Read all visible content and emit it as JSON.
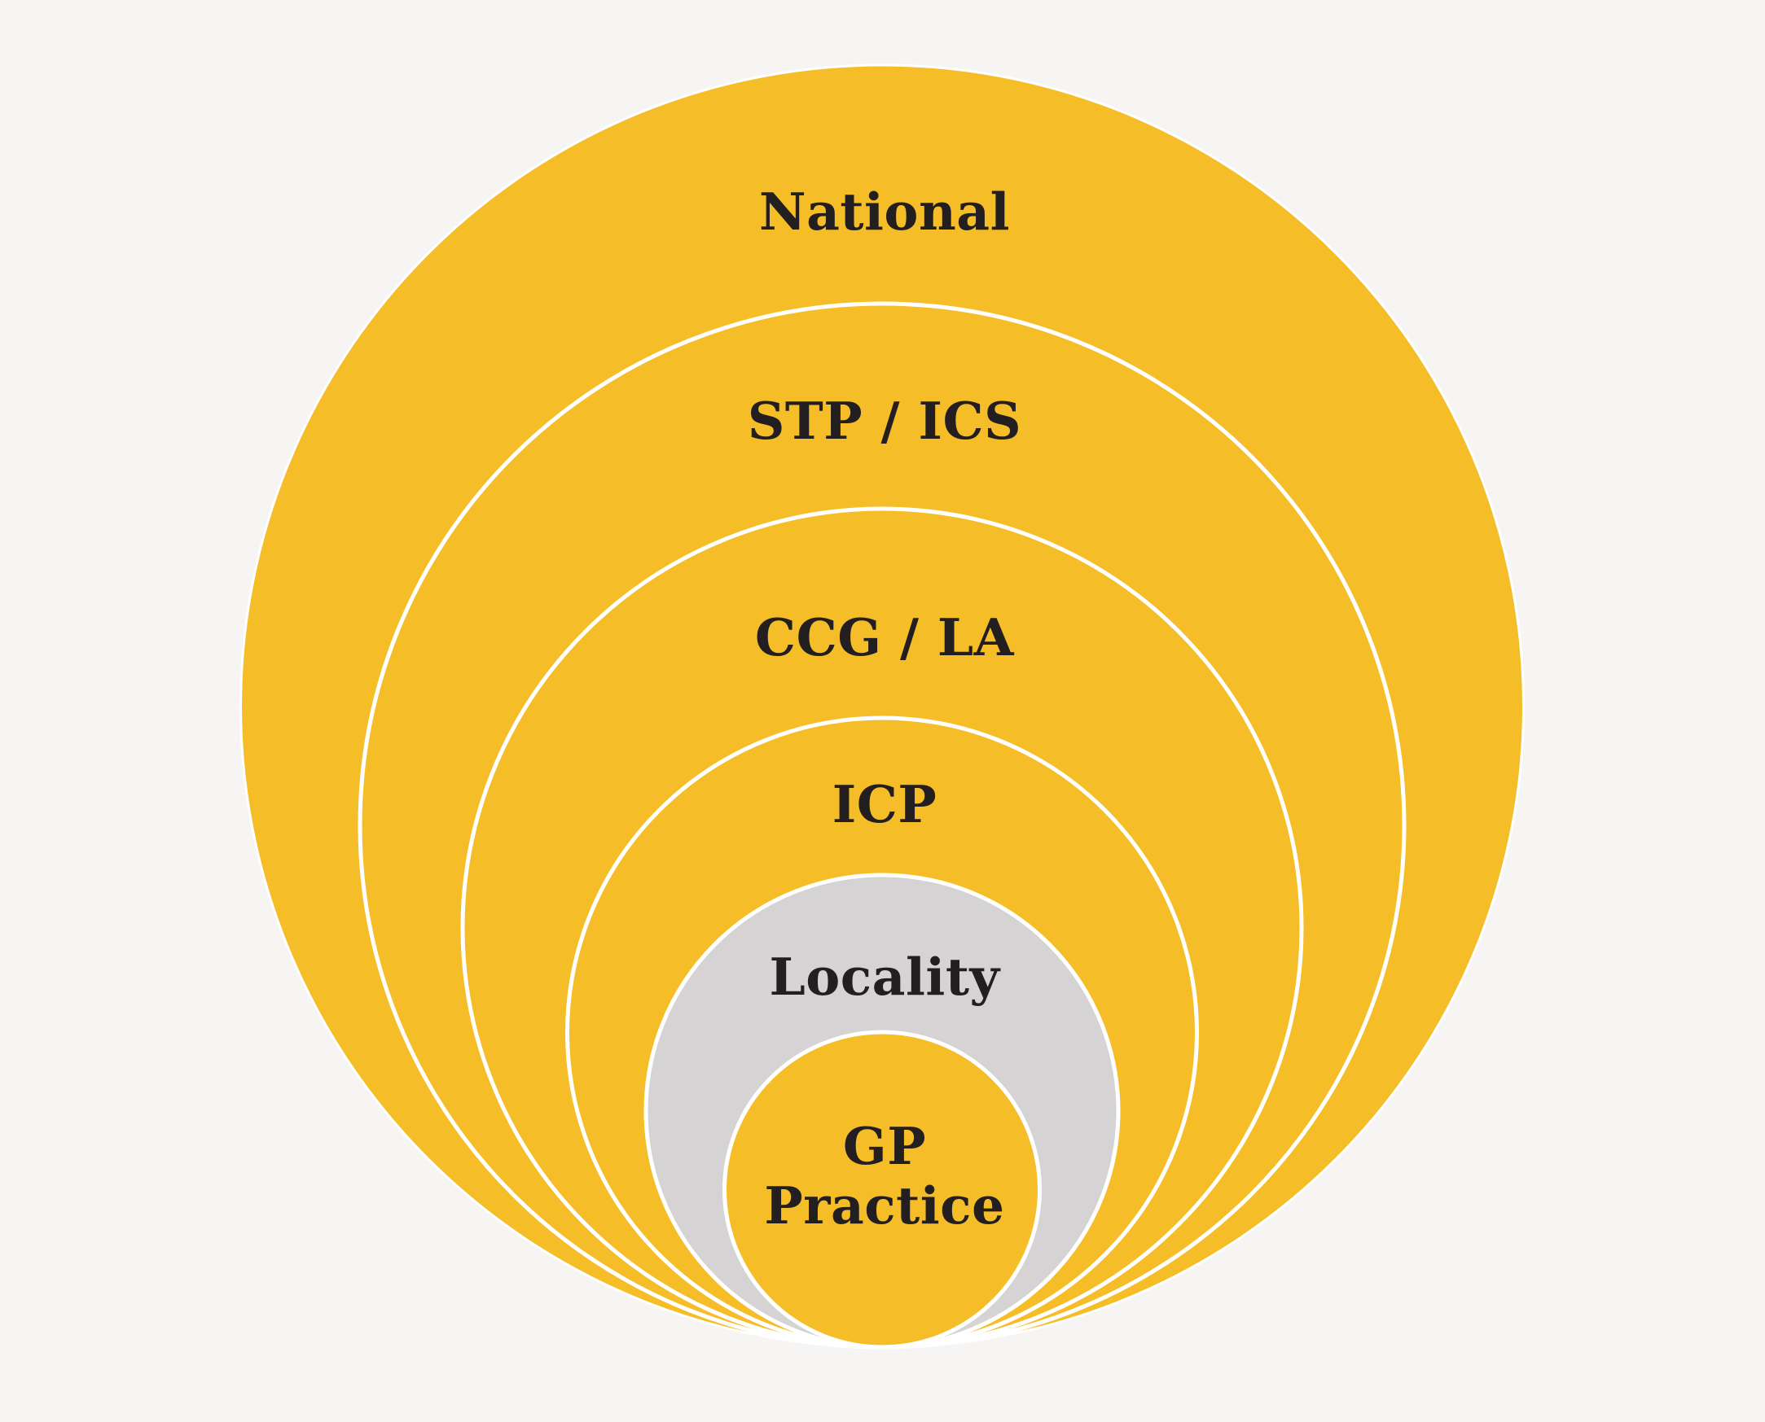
{
  "diagram": {
    "type": "nested-concentric-circles",
    "levels": [
      {
        "id": "national",
        "label": "National",
        "fill": "#F5BD27"
      },
      {
        "id": "stp-ics",
        "label": "STP / ICS",
        "fill": "#F5BD27"
      },
      {
        "id": "ccg-la",
        "label": "CCG / LA",
        "fill": "#F5BD27"
      },
      {
        "id": "icp",
        "label": "ICP",
        "fill": "#F5BD27"
      },
      {
        "id": "locality",
        "label": "Locality",
        "fill": "#D6D3D4"
      },
      {
        "id": "gp-practice",
        "label": "GP Practice",
        "lines": [
          "GP",
          "Practice"
        ],
        "fill": "#F5BD27"
      }
    ],
    "colors": {
      "yellow": "#F5BD27",
      "gray": "#D6D3D4",
      "background": "#F7F5F4",
      "ring_stroke": "#FFFFFF",
      "text": "#231F20"
    }
  }
}
